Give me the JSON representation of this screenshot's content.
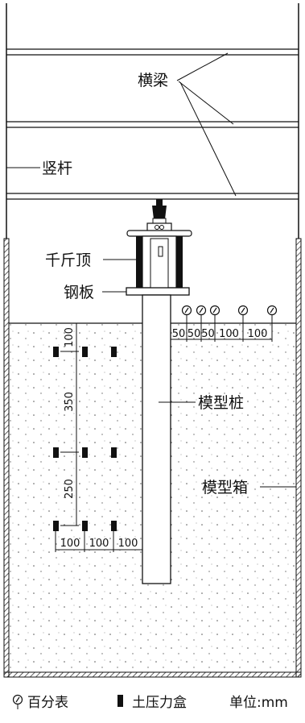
{
  "labels": {
    "crossbeam": "横梁",
    "vertical_rod": "竖杆",
    "jack": "千斤顶",
    "steel_plate": "钢板",
    "model_pile": "模型桩",
    "model_box": "模型箱"
  },
  "dimensions": {
    "gauge_spacing": [
      "50",
      "50",
      "50",
      "100",
      "100"
    ],
    "vertical": [
      "100",
      "350",
      "250"
    ],
    "horizontal": [
      "100",
      "100",
      "100"
    ]
  },
  "legend": {
    "dial_gauge": "百分表",
    "earth_pressure_cell": "土压力盒",
    "unit": "单位:mm"
  }
}
